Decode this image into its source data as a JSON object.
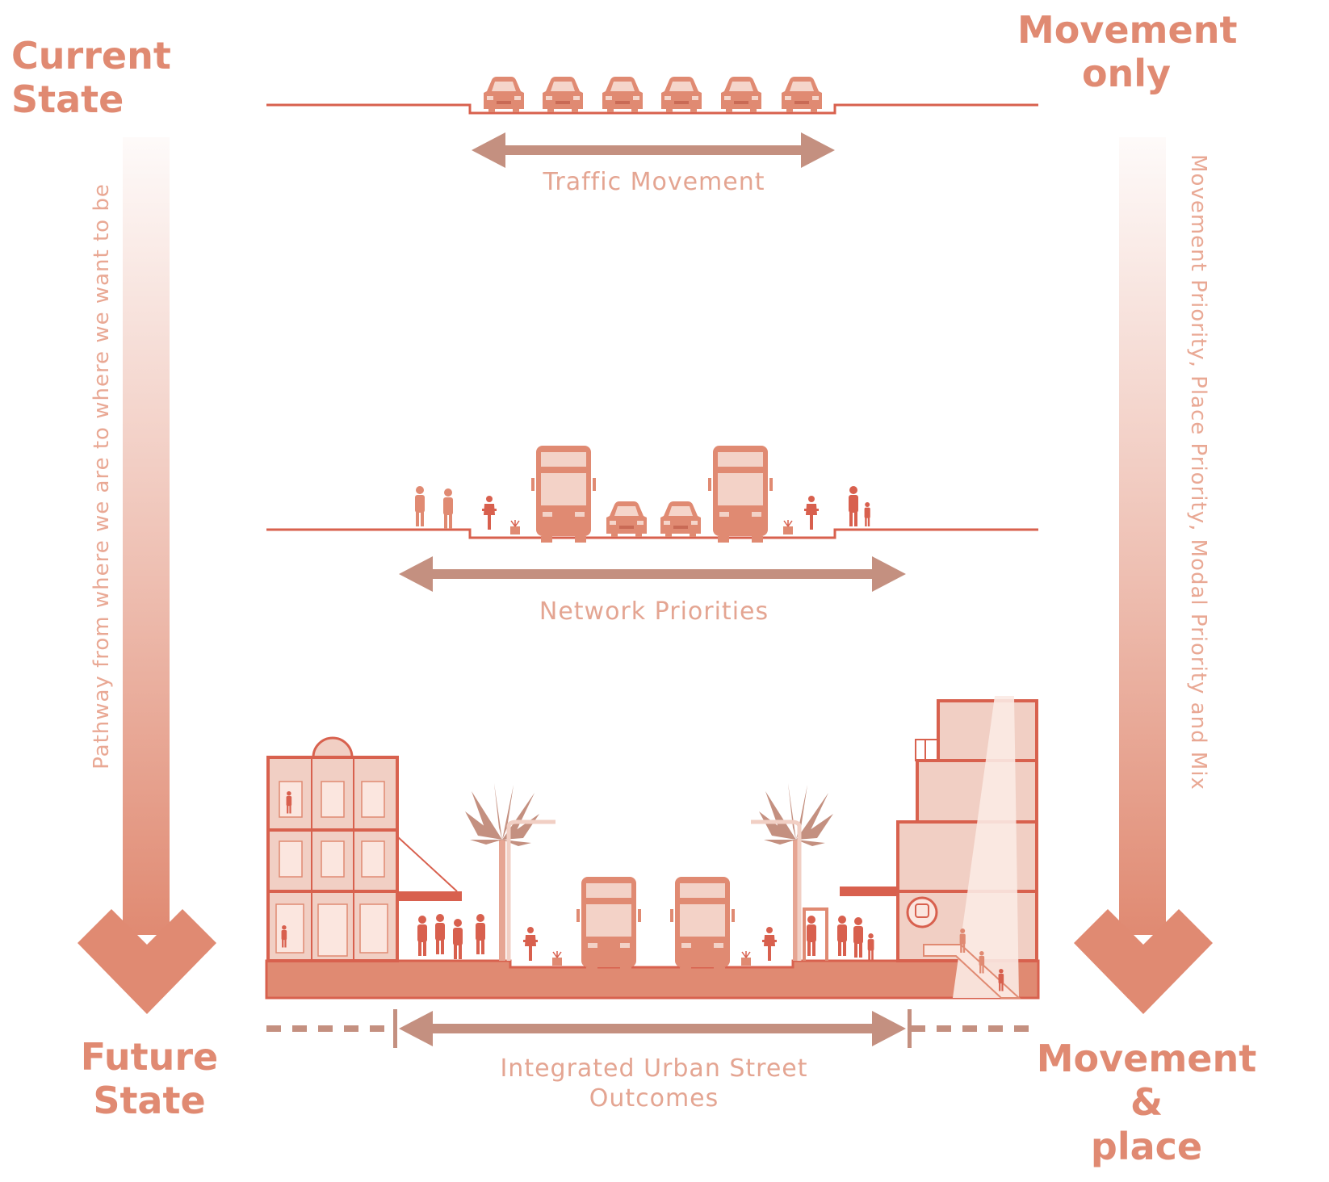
{
  "top_left_title": "Current State",
  "top_right_title_line1": "Movement",
  "top_right_title_line2": "only",
  "bottom_left_title_line1": "Future",
  "bottom_left_title_line2": "State",
  "bottom_right_title_line1": "Movement &",
  "bottom_right_title_line2": "place",
  "left_axis_label": "Pathway from where we are to where we want to be",
  "right_axis_label": "Movement Priority, Place Priority, Modal Priority and Mix",
  "section1_caption": "Traffic Movement",
  "section2_caption": "Network Priorities",
  "section3_caption_line1": "Integrated Urban Street",
  "section3_caption_line2": "Outcomes",
  "colors": {
    "title": "#e08a72",
    "caption": "#e4a592",
    "line": "#d8614e",
    "arrow_brown": "#c49080",
    "fill_light": "#f1cfc4",
    "fill_mid": "#e08a72",
    "figure": "#d8604e"
  }
}
